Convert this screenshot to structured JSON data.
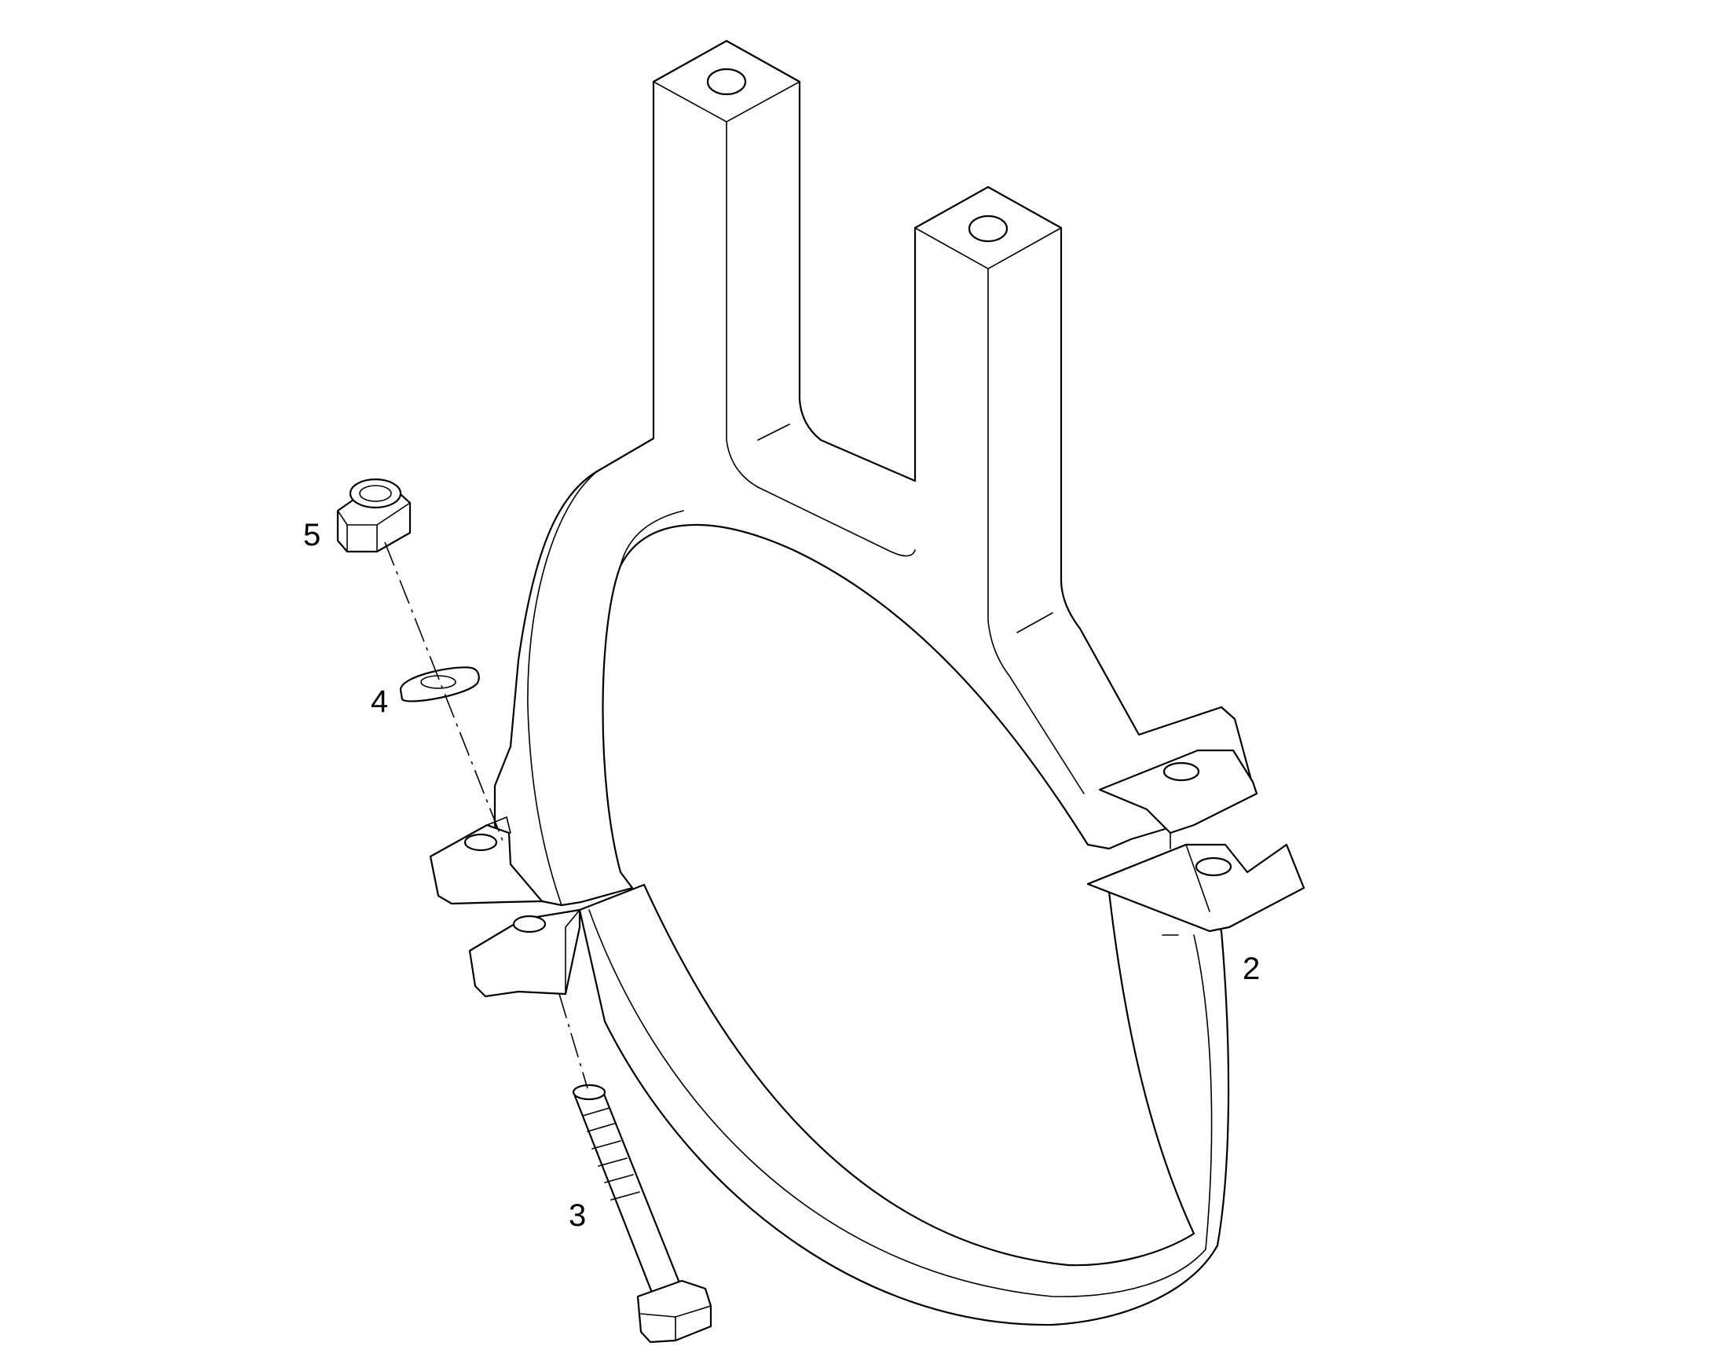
{
  "callouts": {
    "clamp": "2",
    "bolt": "3",
    "washer": "4",
    "nut": "5"
  },
  "colors": {
    "line": "#000000",
    "background": "#ffffff"
  }
}
